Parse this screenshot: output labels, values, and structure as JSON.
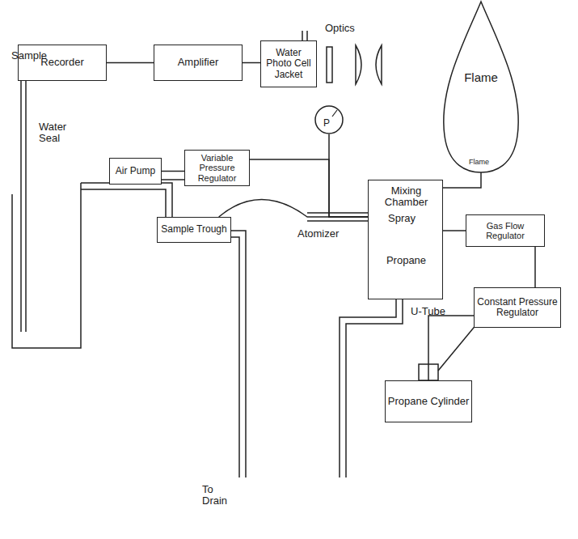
{
  "diagram": {
    "nodes": [
      {
        "text": [
          "Recorder"
        ]
      },
      {
        "text": [
          "Amplifier"
        ]
      },
      {
        "text": [
          "Water",
          "Photo Cell",
          "Jacket"
        ]
      },
      {
        "text": [
          "Flame"
        ]
      },
      {
        "text": [
          "P"
        ]
      },
      {
        "text": [
          "Air Pump"
        ]
      },
      {
        "text": [
          "Variable Pressure Regulator"
        ]
      },
      {
        "text": [
          "Mixing Chamber",
          "Spray",
          "Propane"
        ]
      },
      {
        "text": [
          "Gas Flow Regulator"
        ]
      },
      {
        "text": [
          "Constant Pressure Regulator"
        ]
      },
      {
        "text": [
          "Propane Cylinder"
        ]
      },
      {
        "text": [
          "Sample Trough"
        ]
      }
    ],
    "edges": [
      {
        "from": 0,
        "to": 1,
        "arrow": "none"
      },
      {
        "from": 1,
        "to": 2,
        "arrow": "none"
      },
      {
        "from": 5,
        "to": 6,
        "arrow": "none"
      },
      {
        "from": 6,
        "to": 7,
        "arrow": "none"
      },
      {
        "from": 4,
        "to": 7,
        "arrow": "none"
      },
      {
        "from": 7,
        "to": 3,
        "arrow": "none"
      },
      {
        "from": 7,
        "to": 8,
        "arrow": "none"
      },
      {
        "from": 8,
        "to": 9,
        "arrow": "none"
      },
      {
        "from": 9,
        "to": 10,
        "arrow": "none"
      },
      {
        "from": 11,
        "to": 7,
        "arrow": "none"
      }
    ],
    "labels": [
      "Optics",
      "Sample",
      "Water Seal",
      "Atomizer",
      "U-Tube",
      "To Drain",
      "Flame"
    ]
  }
}
